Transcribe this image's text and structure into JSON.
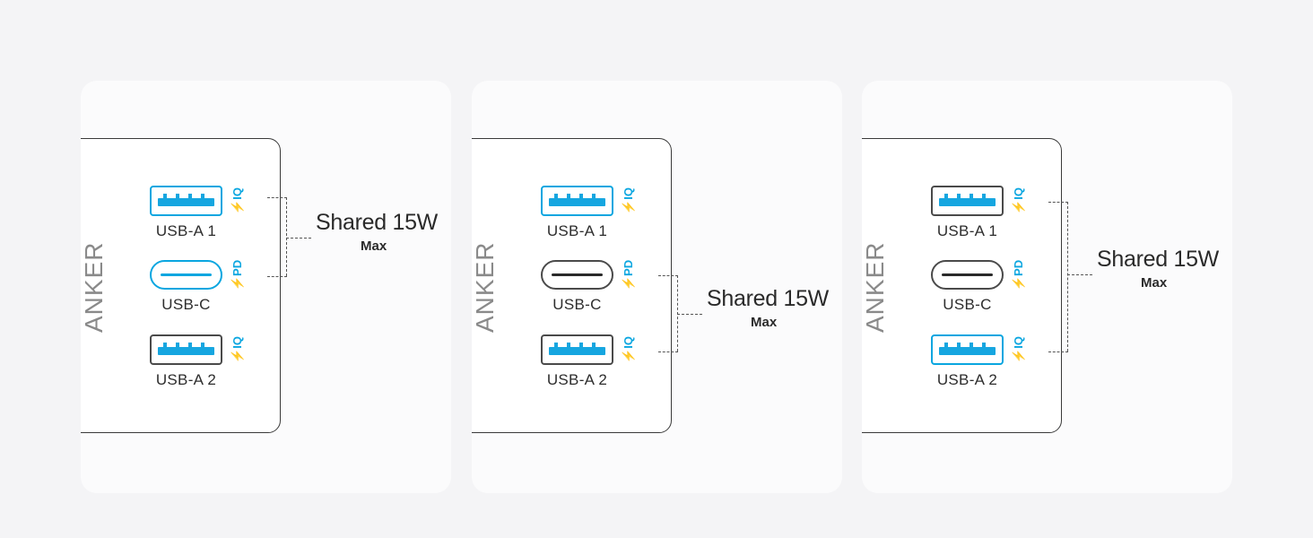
{
  "brand": "ANKER",
  "accent_color": "#0aa6e0",
  "ports": {
    "usb_a_1": "USB-A 1",
    "usb_c": "USB-C",
    "usb_a_2": "USB-A 2"
  },
  "tags": {
    "iq": "⚡IQ",
    "pd": "⚡PD"
  },
  "note": {
    "title": "Shared 15W",
    "subtitle": "Max"
  },
  "panels": [
    {
      "active_ports": [
        "usb_a_1",
        "usb_c"
      ]
    },
    {
      "active_ports": [
        "usb_a_1"
      ]
    },
    {
      "active_ports": [
        "usb_a_2"
      ]
    }
  ]
}
